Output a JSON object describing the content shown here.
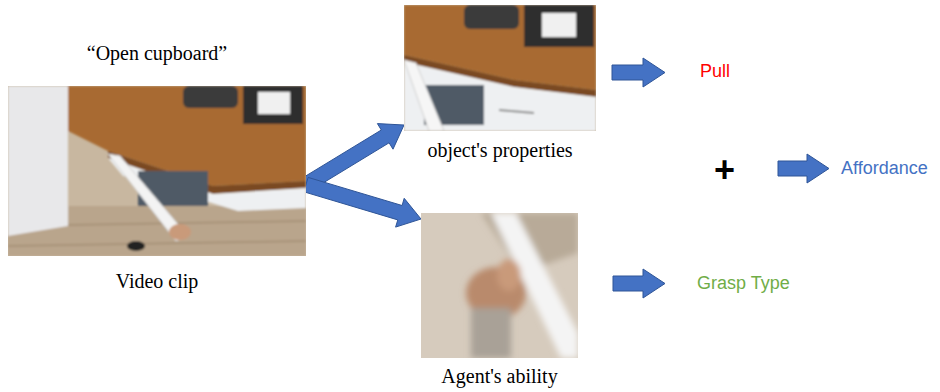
{
  "diagram": {
    "nodes": [
      {
        "text": [
          "“Open cupboard”",
          "Video clip"
        ]
      },
      {
        "text": [
          "object's properties"
        ]
      },
      {
        "text": [
          "Agent's ability"
        ]
      }
    ],
    "edges": [
      {
        "from": 0,
        "to": 1,
        "arrow": "to"
      },
      {
        "from": 0,
        "to": 2,
        "arrow": "to"
      }
    ],
    "labels": [
      "Pull",
      "+",
      "Affordance",
      "Grasp Type"
    ]
  }
}
